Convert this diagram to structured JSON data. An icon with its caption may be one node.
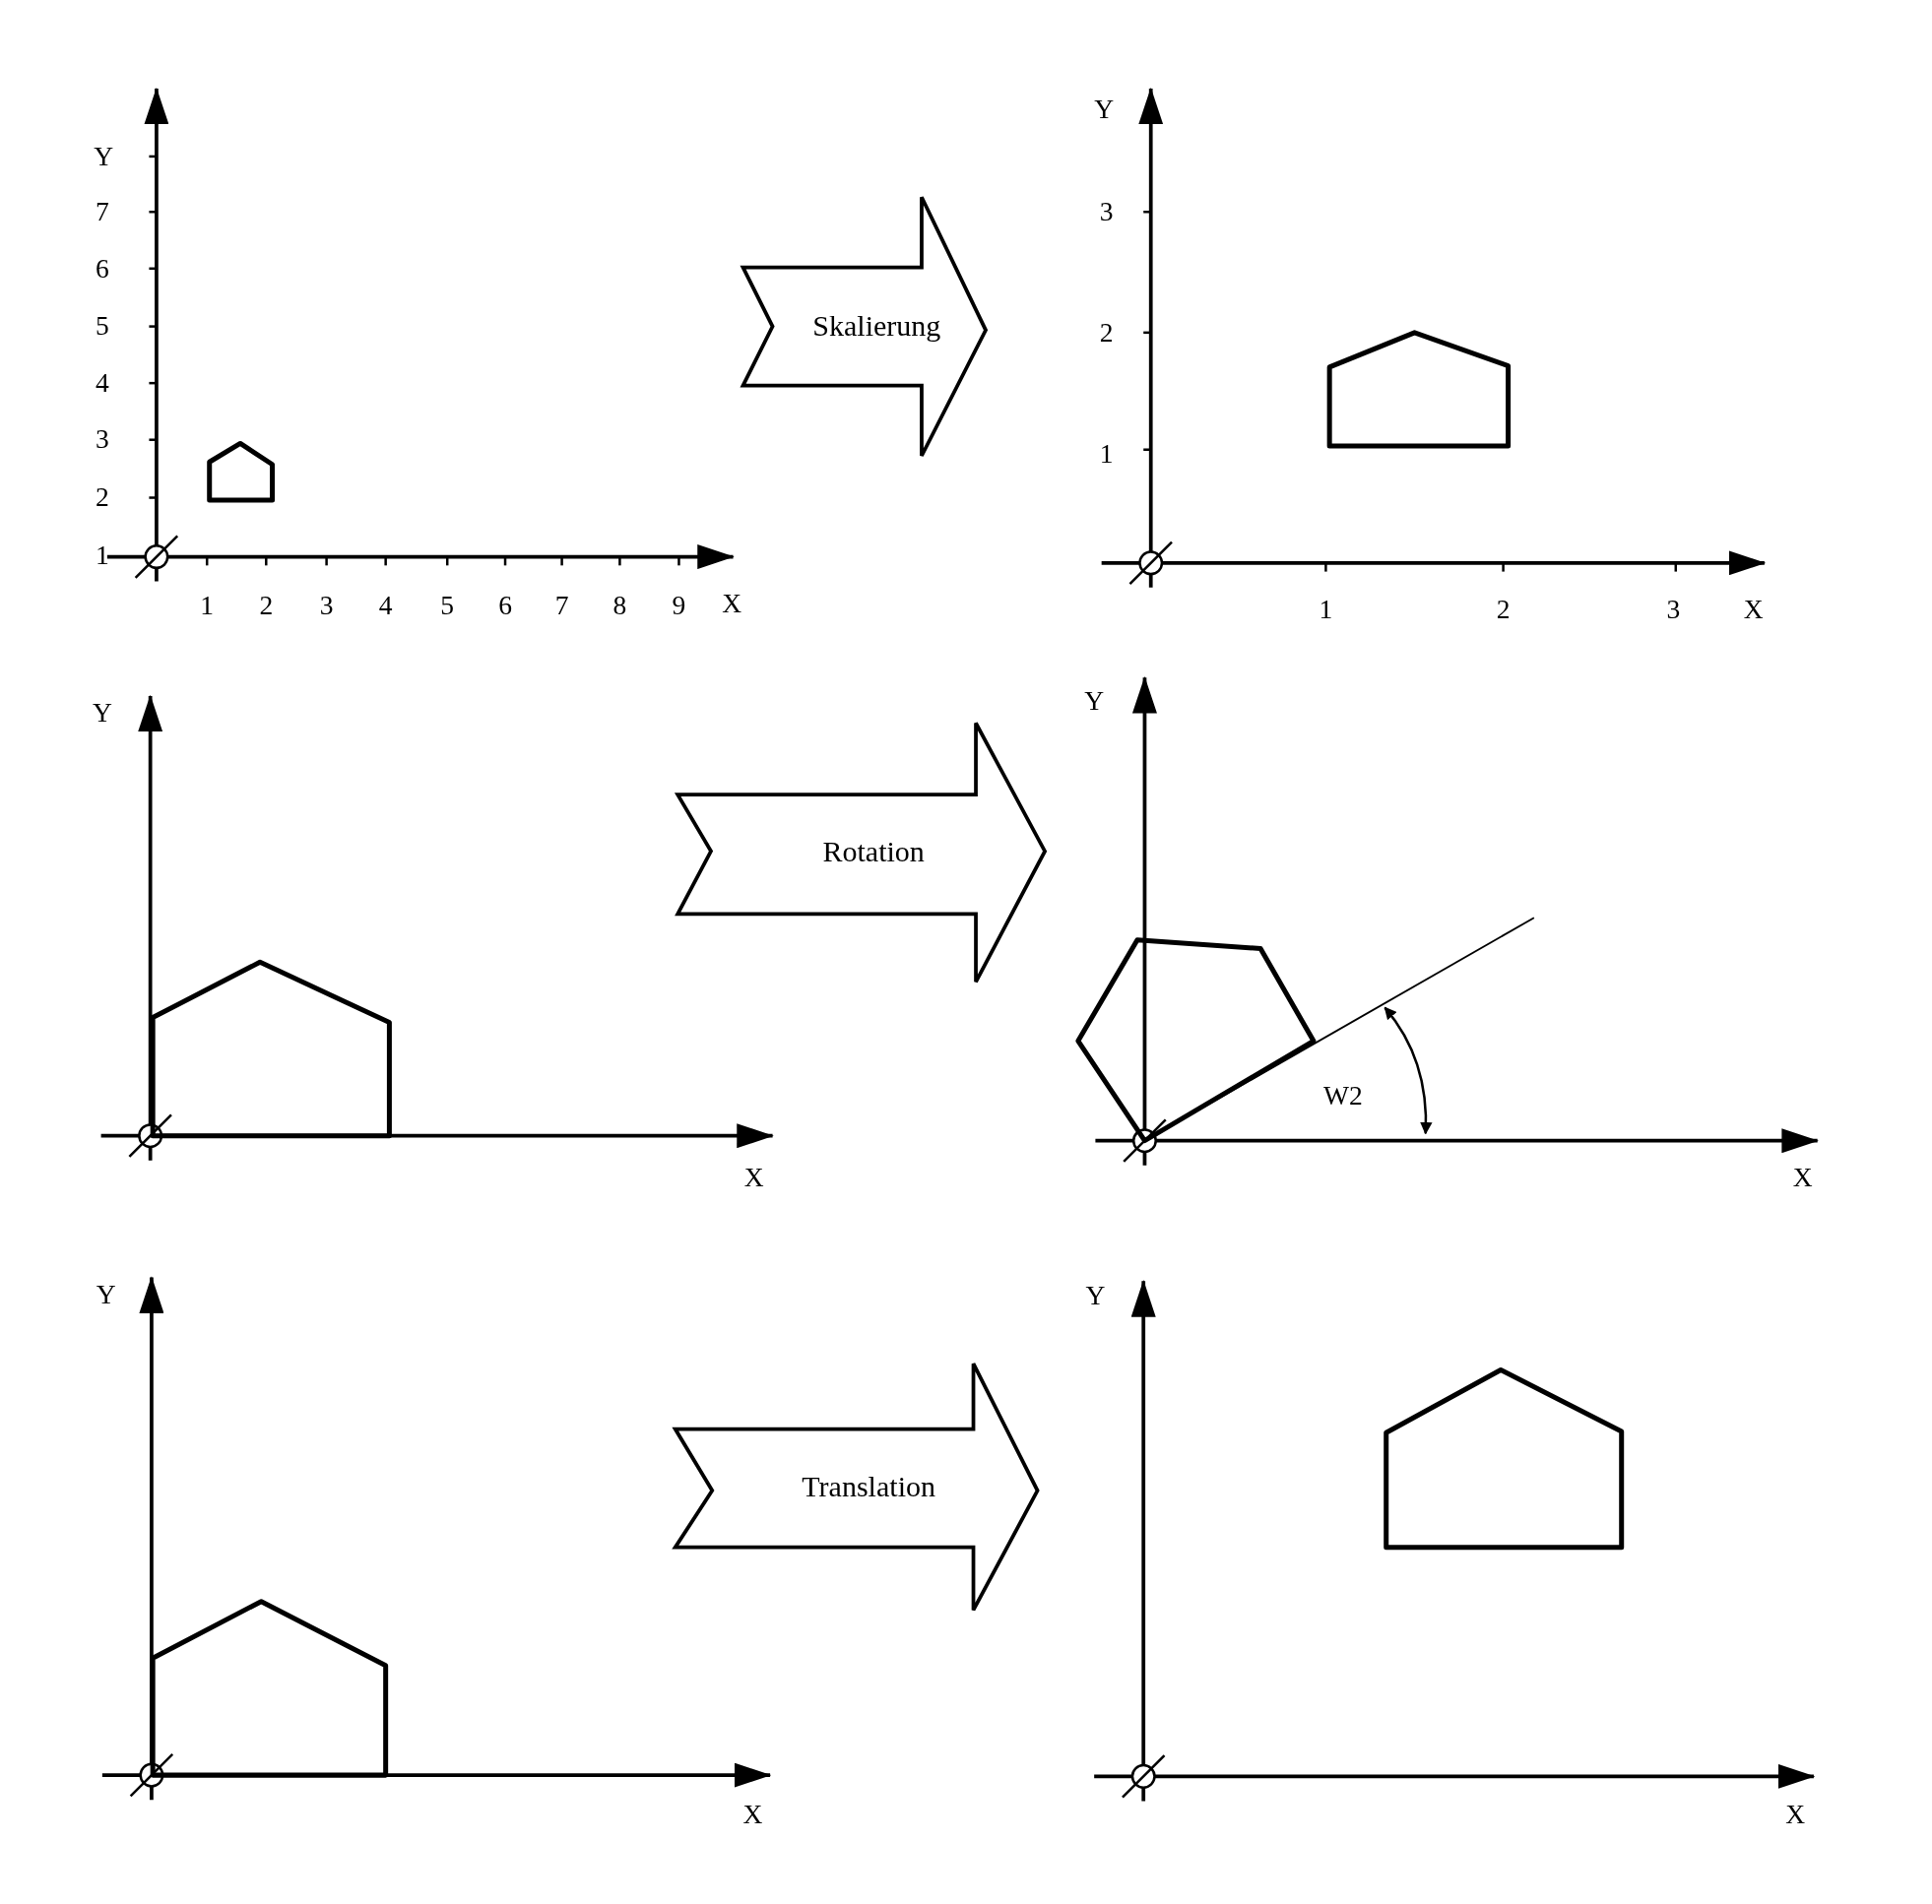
{
  "diagram": {
    "nodes": [
      {
        "text": [
          "Skalierung"
        ]
      },
      {
        "text": [
          "Rotation"
        ]
      },
      {
        "text": [
          "Translation"
        ]
      }
    ],
    "labels": [
      "Y",
      "7",
      "6",
      "5",
      "4",
      "3",
      "2",
      "1",
      "1",
      "2",
      "3",
      "4",
      "5",
      "6",
      "7",
      "8",
      "9",
      "X",
      "Y",
      "3",
      "2",
      "1",
      "1",
      "2",
      "3",
      "X",
      "Y",
      "X",
      "Y",
      "W2",
      "X",
      "Y",
      "X",
      "Y",
      "X"
    ]
  }
}
